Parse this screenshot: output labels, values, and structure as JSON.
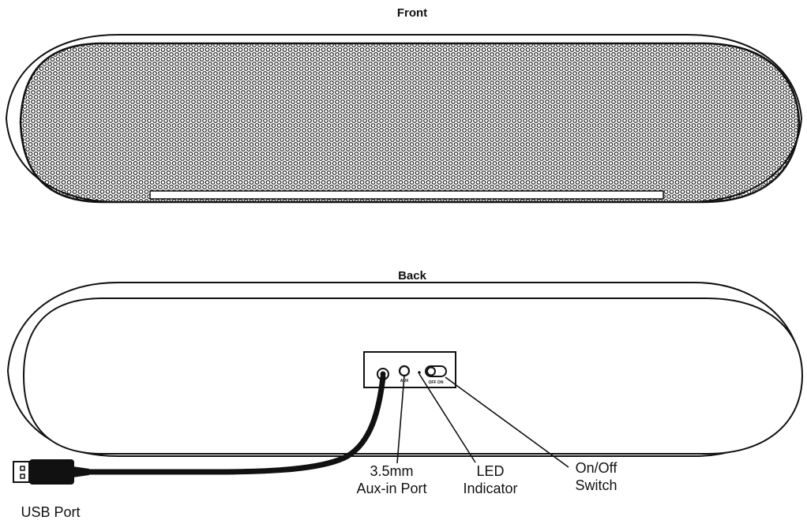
{
  "front": {
    "title": "Front"
  },
  "back": {
    "title": "Back"
  },
  "callouts": {
    "aux_port_line1": "3.5mm",
    "aux_port_line2": "Aux-in Port",
    "led_line1": "LED",
    "led_line2": "Indicator",
    "switch_line1": "On/Off",
    "switch_line2": "Switch",
    "usb_port": "USB Port"
  },
  "panel": {
    "aux_mark": "AUX",
    "switch_mark": "OFF ON"
  },
  "colors": {
    "ink": "#111111",
    "background": "#ffffff"
  }
}
